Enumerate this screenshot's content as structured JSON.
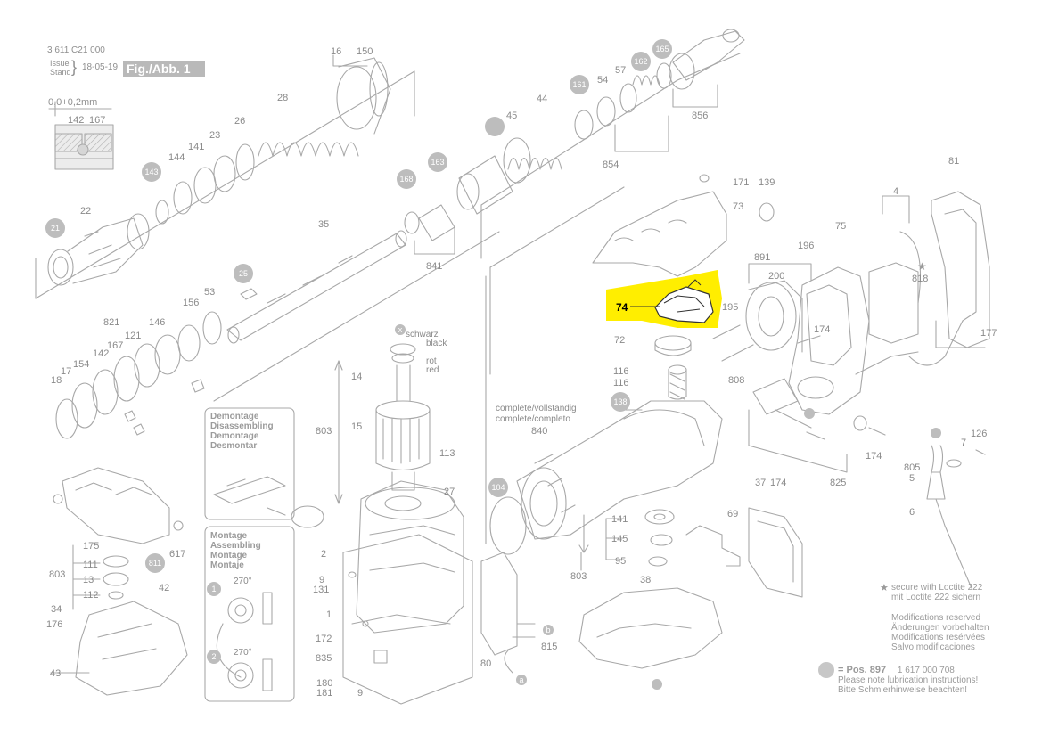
{
  "header": {
    "doc_number": "3 611 C21 000",
    "issue_label": "Issue",
    "stand_label": "Stand",
    "issue_date": "18-05-19",
    "figure_label": "Fig./Abb. 1",
    "dimension_note": "0,0+0,2mm"
  },
  "highlight": {
    "label": "74",
    "color": "#ffee00"
  },
  "part_labels": {
    "p16": "16",
    "p150": "150",
    "p28": "28",
    "p26": "26",
    "p23": "23",
    "p141a": "141",
    "p144": "144",
    "p142a": "142",
    "p167a": "167",
    "p143": "143",
    "p21": "21",
    "p22": "22",
    "p35": "35",
    "p25": "25",
    "p53": "53",
    "p156": "156",
    "p146": "146",
    "p821": "821",
    "p121": "121",
    "p167b": "167",
    "p142b": "142",
    "p154": "154",
    "p17": "17",
    "p18": "18",
    "p45": "45",
    "p44": "44",
    "p161": "161",
    "p54": "54",
    "p57": "57",
    "p162": "162",
    "p165": "165",
    "p856": "856",
    "p854": "854",
    "p168": "168",
    "p163": "163",
    "p841": "841",
    "p171": "171",
    "p73": "73",
    "p139": "139",
    "p81": "81",
    "p4": "4",
    "p75": "75",
    "p196": "196",
    "p891": "891",
    "p200": "200",
    "p818": "818",
    "p195": "195",
    "p72": "72",
    "p174a": "174",
    "p177": "177",
    "p116a": "116",
    "p116b": "116",
    "p808": "808",
    "p138": "138",
    "p174b": "174",
    "p825": "825",
    "p126": "126",
    "p7": "7",
    "p805": "805",
    "p5": "5",
    "p6": "6",
    "p840": "840",
    "p104": "104",
    "p141b": "141",
    "p145": "145",
    "p95": "95",
    "p803b": "803",
    "p69": "69",
    "p37": "37",
    "p174c": "174",
    "p38": "38",
    "p80": "80",
    "p815": "815",
    "p14": "14",
    "p803a": "803",
    "p15": "15",
    "p113": "113",
    "p27": "27",
    "p2": "2",
    "p9a": "9",
    "p131": "131",
    "p1": "1",
    "p172": "172",
    "p835": "835",
    "p180": "180",
    "p181": "181",
    "p9b": "9",
    "p175": "175",
    "p111": "111",
    "p13": "13",
    "p112": "112",
    "p803c": "803",
    "p811": "811",
    "p617": "617",
    "p42": "42",
    "p34": "34",
    "p176": "176",
    "p43": "43"
  },
  "wire_labels": {
    "schwarz": "schwarz",
    "black": "black",
    "rot": "rot",
    "red": "red",
    "x": "x",
    "a": "a",
    "b": "b"
  },
  "complete_note": {
    "line1": "complete/vollständig",
    "line2": "complete/completo"
  },
  "box_demontage": [
    "Demontage",
    "Disassembling",
    "Demontage",
    "Desmontar"
  ],
  "box_montage": [
    "Montage",
    "Assembling",
    "Montage",
    "Montaje"
  ],
  "montage_steps": {
    "step1_num": "1",
    "step1_angle": "270°",
    "step2_num": "2",
    "step2_angle": "270°"
  },
  "loctite_note": [
    "secure with Loctite 222",
    "mit Loctite 222 sichern"
  ],
  "modifications_note": [
    "Modifications reserved",
    "Änderungen vorbehalten",
    "Modifications resérvées",
    "Salvo modificaciones"
  ],
  "lubrication": {
    "pos_label": "= Pos. 897",
    "part_number": "1 617 000 708",
    "line2": "Please note lubrication instructions!",
    "line3": "Bitte Schmierhinweise beachten!"
  },
  "colors": {
    "line": "#a8a8a8",
    "text": "#8a8a8a",
    "circle_fill": "#bdbdbd",
    "highlight": "#ffee00"
  }
}
